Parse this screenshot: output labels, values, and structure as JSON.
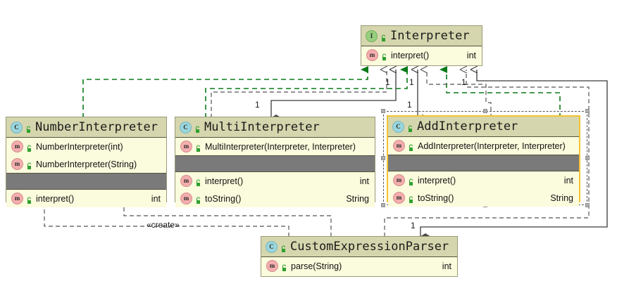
{
  "diagram": {
    "title": "Interpreter pattern class diagram",
    "colors": {
      "header_fill": "#d6d6ae",
      "body_fill": "#fbfbdd",
      "border": "#53533f",
      "band": "#7a7a7a",
      "selection": "#f4c430",
      "realization_green": "#0a7a18",
      "dependency_gray": "#555555",
      "association_dark": "#3a3a3a"
    }
  },
  "classes": {
    "interpreter": {
      "name": "Interpreter",
      "stereotype_icon": "interface-icon",
      "visibility_icon": "unlocked-icon",
      "members": [
        {
          "icon": "method-icon",
          "visibility_icon": "unlocked-icon",
          "name": "interpret()",
          "type": "int"
        }
      ]
    },
    "number_interpreter": {
      "name": "NumberInterpreter",
      "stereotype_icon": "class-icon",
      "visibility_icon": "unlocked-icon",
      "constructors": [
        {
          "icon": "method-icon",
          "visibility_icon": "unlocked-icon",
          "name": "NumberInterpreter(int)",
          "type": ""
        },
        {
          "icon": "method-icon",
          "visibility_icon": "unlocked-icon",
          "name": "NumberInterpreter(String)",
          "type": ""
        }
      ],
      "methods": [
        {
          "icon": "method-icon",
          "visibility_icon": "unlocked-icon",
          "name": "interpret()",
          "type": "int"
        }
      ]
    },
    "multi_interpreter": {
      "name": "MultiInterpreter",
      "stereotype_icon": "class-icon",
      "visibility_icon": "unlocked-icon",
      "constructors": [
        {
          "icon": "method-icon",
          "visibility_icon": "unlocked-icon",
          "name": "MultiInterpreter(Interpreter, Interpreter)",
          "type": ""
        }
      ],
      "methods": [
        {
          "icon": "method-icon",
          "visibility_icon": "unlocked-icon",
          "name": "interpret()",
          "type": "int"
        },
        {
          "icon": "method-icon",
          "visibility_icon": "unlocked-icon",
          "name": "toString()",
          "type": "String"
        }
      ]
    },
    "add_interpreter": {
      "name": "AddInterpreter",
      "selected": true,
      "stereotype_icon": "class-icon",
      "visibility_icon": "unlocked-icon",
      "constructors": [
        {
          "icon": "method-icon",
          "visibility_icon": "unlocked-icon",
          "name": "AddInterpreter(Interpreter, Interpreter)",
          "type": ""
        }
      ],
      "methods": [
        {
          "icon": "method-icon",
          "visibility_icon": "unlocked-icon",
          "name": "interpret()",
          "type": "int"
        },
        {
          "icon": "method-icon",
          "visibility_icon": "unlocked-icon",
          "name": "toString()",
          "type": "String"
        }
      ]
    },
    "custom_expression_parser": {
      "name": "CustomExpressionParser",
      "stereotype_icon": "class-icon",
      "visibility_icon": "unlocked-icon",
      "methods": [
        {
          "icon": "method-icon",
          "visibility_icon": "unlocked-icon",
          "name": "parse(String)",
          "type": "int"
        }
      ]
    }
  },
  "edge_labels": {
    "m1": "1",
    "m2": "1",
    "m3": "1",
    "m4": "1",
    "m5": "1",
    "m6": "1",
    "create": "«create»"
  },
  "icon_glyphs": {
    "class": "C",
    "interface": "I",
    "method": "m"
  }
}
